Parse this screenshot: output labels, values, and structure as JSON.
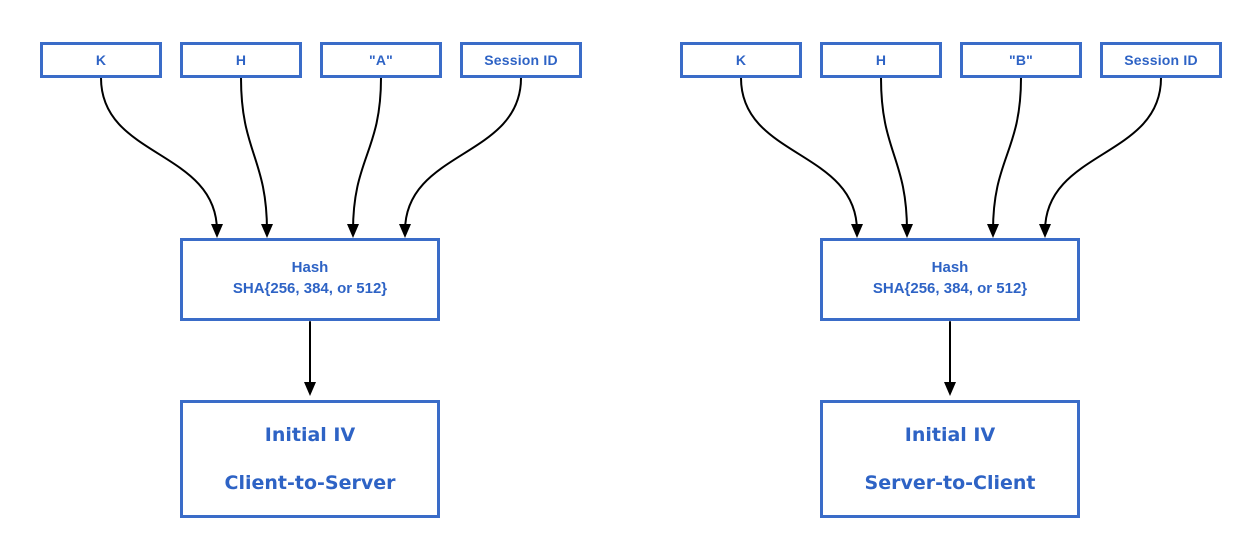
{
  "colors": {
    "box_border": "#3a6cc8",
    "box_text": "#2e63c5",
    "arrow": "#000000",
    "background": "#ffffff"
  },
  "diagrams": [
    {
      "id": "client-to-server",
      "inputs": [
        {
          "label": "K"
        },
        {
          "label": "H"
        },
        {
          "label": "\"A\""
        },
        {
          "label": "Session ID"
        }
      ],
      "hash": {
        "title": "Hash",
        "subtitle": "SHA{256, 384, or 512}"
      },
      "output": {
        "title": "Initial IV",
        "subtitle": "Client-to-Server"
      }
    },
    {
      "id": "server-to-client",
      "inputs": [
        {
          "label": "K"
        },
        {
          "label": "H"
        },
        {
          "label": "\"B\""
        },
        {
          "label": "Session ID"
        }
      ],
      "hash": {
        "title": "Hash",
        "subtitle": "SHA{256, 384, or 512}"
      },
      "output": {
        "title": "Initial IV",
        "subtitle": "Server-to-Client"
      }
    }
  ]
}
